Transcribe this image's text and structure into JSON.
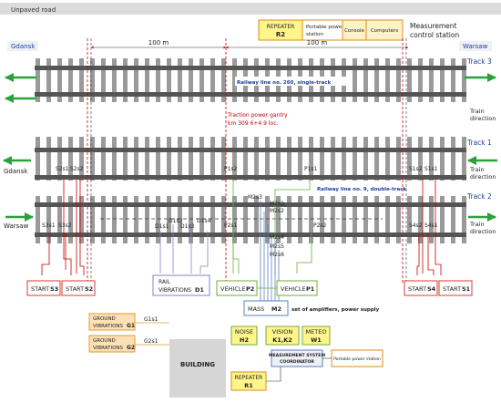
{
  "road": {
    "label": "Unpaved road"
  },
  "station": {
    "label_line1": "Measurement",
    "label_line2": "control station",
    "repeater_top": "REPEATER",
    "repeater_id": "R2",
    "power_line1": "Portable power",
    "power_line2": "station",
    "console": "Console",
    "computers": "Computers"
  },
  "ends": {
    "left": "Gdansk",
    "right": "Warsaw"
  },
  "distances": {
    "left": "100 m",
    "right": "100 m"
  },
  "tracks": [
    {
      "label": "Track 3",
      "line_label": "Railway line no. 260, single-track"
    },
    {
      "label": "Track 1",
      "line_label": "Railway line no. 9, double-track"
    },
    {
      "label": "Track 2"
    }
  ],
  "direction": {
    "line1": "Train",
    "line2": "direction"
  },
  "side_labels": {
    "track1_left": "Gdansk",
    "track2_left": "Warsaw"
  },
  "gantry": {
    "line1": "Traction power gantry",
    "line2": "km 309 6+4.9  loc."
  },
  "sensors": {
    "s2s1": "S2s1",
    "s2s2": "S2s2",
    "s3s1": "S3s1",
    "s3s2": "S3s2",
    "s1s1": "S1s1",
    "s1s2": "S1s2",
    "s4s1": "S4s1",
    "s4s2": "S4s2",
    "p1s1": "P1s1",
    "p1s2": "P1s2",
    "p2s1": "P2s1",
    "p2s2": "P2s2",
    "d1s1": "D1s1",
    "d1s2": "D1s2",
    "d1s3": "D1s3",
    "d1s4": "D1s4",
    "m2s1": "M2s1",
    "m2s2": "M2s2",
    "m2s3": "M2s3",
    "m2s4": "M2s4",
    "m2s5": "M2s5",
    "m2s6": "M2s6",
    "g1s1": "G1s1",
    "g2s1": "G2s1"
  },
  "boxes": {
    "start_s3": {
      "line1": "START",
      "id": "S3"
    },
    "start_s2": {
      "line1": "START",
      "id": "S2"
    },
    "start_s4": {
      "line1": "START",
      "id": "S4"
    },
    "start_s1": {
      "line1": "START",
      "id": "S1"
    },
    "rail_vibrations": {
      "line1": "RAIL",
      "line2": "VIBRATIONS",
      "id": "D1"
    },
    "vehicle_p2": {
      "line1": "VEHICLE",
      "id": "P2"
    },
    "vehicle_p1": {
      "line1": "VEHICLE",
      "id": "P1"
    },
    "mass": {
      "line1": "MASS",
      "id": "M2"
    },
    "mass_note": "set of amplifiers, power supply",
    "ground_g1": {
      "line1": "GROUND",
      "line2": "VIBRATIONS",
      "id": "G1"
    },
    "ground_g2": {
      "line1": "GROUND",
      "line2": "VIBRATIONS",
      "id": "G2"
    },
    "building": "BUILDING",
    "noise": {
      "line1": "NOISE",
      "line2": "H2"
    },
    "vision": {
      "line1": "VISION",
      "line2": "K1,K2"
    },
    "meteo": {
      "line1": "METEO",
      "line2": "W1"
    },
    "coordinator_line1": "MEASUREMENT SYSTEM",
    "coordinator_line2": "COORDINATOR",
    "portable_power": "Portable power station",
    "repeater_r1": {
      "line1": "REPEATER",
      "id": "R1"
    }
  },
  "colors": {
    "start": "#d93a35",
    "vehicle": "#6fae3a",
    "rail_vib": "#8e7cc3",
    "mass": "#5b7fbf",
    "ground": "#e69a2e",
    "station_yellow": "#fff58a",
    "track_label": "#1f3d99",
    "arrow": "#2aa13a",
    "gantry": "#cc0000"
  }
}
